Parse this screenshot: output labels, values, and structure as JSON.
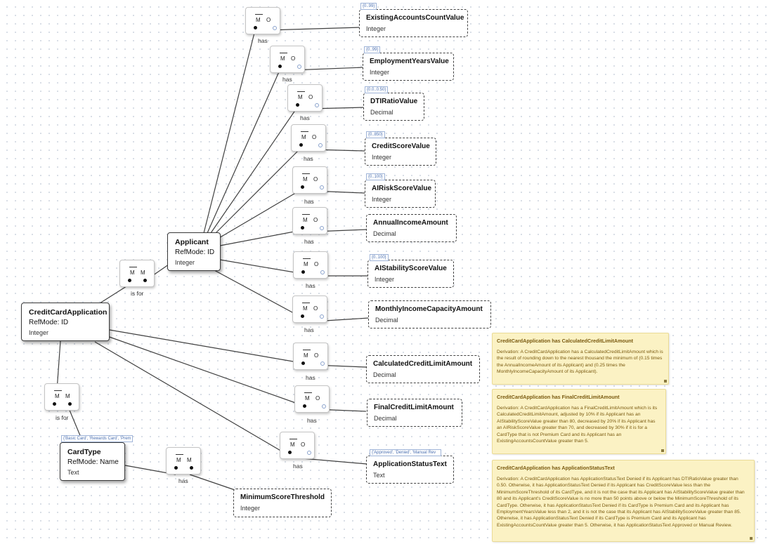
{
  "diagram": {
    "entities": [
      {
        "key": "cca",
        "name": "CreditCardApplication",
        "refmode": "RefMode: ID",
        "type": "Integer"
      },
      {
        "key": "app",
        "name": "Applicant",
        "refmode": "RefMode: ID",
        "type": "Integer"
      },
      {
        "key": "ct",
        "name": "CardType",
        "refmode": "RefMode: Name",
        "type": "Text"
      }
    ],
    "values": [
      {
        "key": "eac",
        "name": "ExistingAccountsCountValue",
        "type": "Integer",
        "range": "{0..99}"
      },
      {
        "key": "eyv",
        "name": "EmploymentYearsValue",
        "type": "Integer",
        "range": "{0..99}"
      },
      {
        "key": "dti",
        "name": "DTIRatioValue",
        "type": "Decimal",
        "range": "{0.0..0.50}"
      },
      {
        "key": "csv",
        "name": "CreditScoreValue",
        "type": "Integer",
        "range": "{0..850}"
      },
      {
        "key": "ars",
        "name": "AIRiskScoreValue",
        "type": "Integer",
        "range": "{0..100}"
      },
      {
        "key": "aia",
        "name": "AnnualIncomeAmount",
        "type": "Decimal",
        "range": ""
      },
      {
        "key": "ass",
        "name": "AIStabilityScoreValue",
        "type": "Integer",
        "range": "{0..100}"
      },
      {
        "key": "mic",
        "name": "MonthlyIncomeCapacityAmount",
        "type": "Decimal",
        "range": ""
      },
      {
        "key": "ccl",
        "name": "CalculatedCreditLimitAmount",
        "type": "Decimal",
        "range": ""
      },
      {
        "key": "fcl",
        "name": "FinalCreditLimitAmount",
        "type": "Decimal",
        "range": ""
      },
      {
        "key": "ast",
        "name": "ApplicationStatusText",
        "type": "Text",
        "range": "{'Approved', 'Denied', 'Manual Rev"
      },
      {
        "key": "mst",
        "name": "MinimumScoreThreshold",
        "type": "Integer",
        "range": ""
      }
    ],
    "card_type_range": "{'Basic Card', 'Rewards Card', 'Prem",
    "facts": [
      {
        "key": "f1",
        "m1": "M",
        "m2": "O",
        "label": "has"
      },
      {
        "key": "f2",
        "m1": "M",
        "m2": "O",
        "label": "has"
      },
      {
        "key": "f3",
        "m1": "M",
        "m2": "O",
        "label": "has"
      },
      {
        "key": "f4",
        "m1": "M",
        "m2": "O",
        "label": "has"
      },
      {
        "key": "f5",
        "m1": "M",
        "m2": "O",
        "label": "has"
      },
      {
        "key": "f6",
        "m1": "M",
        "m2": "O",
        "label": "has"
      },
      {
        "key": "f7",
        "m1": "M",
        "m2": "O",
        "label": "has"
      },
      {
        "key": "f8",
        "m1": "M",
        "m2": "O",
        "label": "has"
      },
      {
        "key": "f9",
        "m1": "M",
        "m2": "O",
        "label": "has"
      },
      {
        "key": "f10",
        "m1": "M",
        "m2": "O",
        "label": "has"
      },
      {
        "key": "f11",
        "m1": "M",
        "m2": "O",
        "label": "has"
      },
      {
        "key": "fa",
        "m1": "M",
        "m2": "M",
        "label": "is for"
      },
      {
        "key": "fb",
        "m1": "M",
        "m2": "M",
        "label": "is for"
      },
      {
        "key": "fc",
        "m1": "M",
        "m2": "M",
        "label": "has"
      }
    ],
    "notes": [
      {
        "title": "CreditCardApplication has CalculatedCreditLimitAmount",
        "text": "Derivation: A CreditCardApplication has a CalculatedCreditLimitAmount which is the result of rounding down to the nearest thousand the minimum of (0.15 times the AnnualIncomeAmount of its Applicant) and (0.25 times the MonthlyIncomeCapacityAmount of its Applicant)."
      },
      {
        "title": "CreditCardApplication has FinalCreditLimitAmount",
        "text": "Derivation: A CreditCardApplication has a FinalCreditLimitAmount which is its CalculatedCreditLimitAmount, adjusted by 10% if its Applicant has an AIStabilityScoreValue greater than 80, decreased by 20% if its Applicant has an AIRiskScoreValue greater than 70, and decreased by 30% if it is for a CardType that is not Premium Card and its Applicant has an ExistingAccountsCountValue greater than 5."
      },
      {
        "title": "CreditCardApplication has ApplicationStatusText",
        "text": "Derivation: A CreditCardApplication has ApplicationStatusText Denied if its Applicant has DTIRatioValue greater than 0.50. Otherwise, it has ApplicationStatusText Denied if its Applicant has CreditScoreValue less than the MinimumScoreThreshold of its CardType, and it is not the case that its Applicant has AIStabilityScoreValue greater than 80 and its Applicant's CreditScoreValue is no more than 50 points above or below the MinimumScoreThreshold of its CardType. Otherwise, it has ApplicationStatusText Denied if its CardType is Premium Card and its Applicant has EmploymentYearsValue less than 2, and it is not the case that its Applicant has AIStabilityScoreValue greater than 85. Otherwise, it has ApplicationStatusText Denied if its CardType is Premium Card and its Applicant has ExistingAccountsCountValue greater than 5. Otherwise, it has ApplicationStatusText Approved or Manual Review."
      }
    ]
  },
  "colors": {
    "line": "#404040",
    "note_bg": "#fbf2c4",
    "note_text": "#7a5a10",
    "range_text": "#4a6fb0"
  }
}
